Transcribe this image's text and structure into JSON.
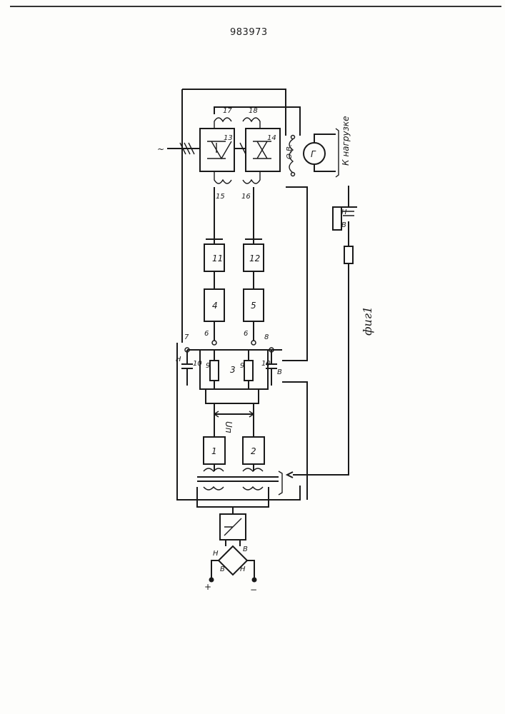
{
  "header": {
    "patent_number": "983973"
  },
  "blocks": [
    {
      "id": "b1",
      "label": "1"
    },
    {
      "id": "b2",
      "label": "2"
    },
    {
      "id": "b3",
      "label": "3"
    },
    {
      "id": "b4",
      "label": "4"
    },
    {
      "id": "b5",
      "label": "5"
    },
    {
      "id": "b11",
      "label": "11"
    },
    {
      "id": "b12",
      "label": "12"
    },
    {
      "id": "b13",
      "label": "13"
    },
    {
      "id": "b14",
      "label": "14"
    }
  ],
  "labels": {
    "node6a": "6",
    "node6b": "6",
    "node7": "7",
    "node8": "8",
    "res9a": "9",
    "res9b": "9",
    "cap10a": "10",
    "cap10b": "10",
    "h_left": "Н",
    "b_right": "В",
    "t15": "15",
    "t16": "16",
    "t17": "17",
    "t18": "18",
    "ov": "О.В.",
    "gen": "Г",
    "load": "К нагрузке",
    "up": "Uп",
    "ac": "~",
    "plus": "+",
    "minus": "−",
    "bridge_b1": "В",
    "bridge_h1": "Н",
    "bridge_h2": "Н",
    "bridge_b2": "В",
    "switch_b": "В",
    "switch_h": "Н"
  },
  "caption": "фиг1",
  "colors": {
    "ink": "#1a1a1a",
    "paper": "#fdfdfb"
  }
}
